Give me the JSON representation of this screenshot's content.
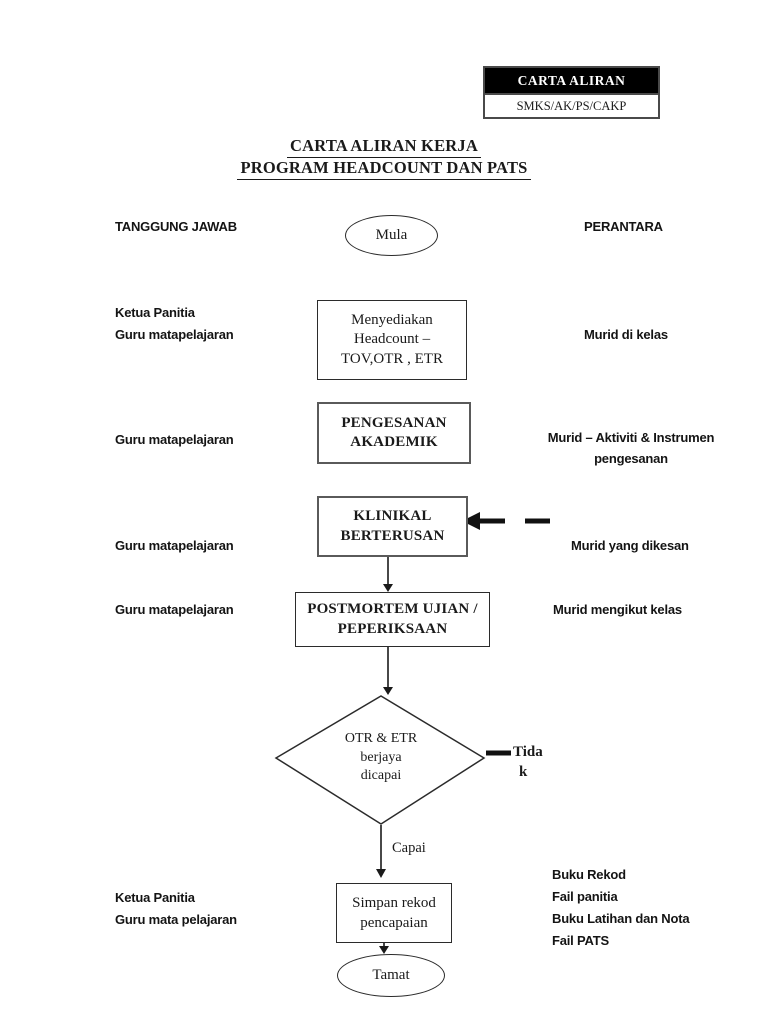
{
  "document": {
    "code_box": {
      "title": "CARTA ALIRAN",
      "code": "SMKS/AK/PS/CAKP"
    },
    "title_line1": "CARTA ALIRAN KERJA",
    "title_line2": "PROGRAM HEADCOUNT DAN PATS",
    "left_column_header": "TANGGUNG JAWAB",
    "right_column_header": "PERANTARA"
  },
  "flowchart": {
    "start_label": "Mula",
    "process1": {
      "line1": "Menyediakan",
      "line2": "Headcount –",
      "line3": "TOV,OTR , ETR"
    },
    "process2": {
      "line1": "PENGESANAN",
      "line2": "AKADEMIK"
    },
    "process3": {
      "line1": "KLINIKAL",
      "line2": "BERTERUSAN"
    },
    "process4": {
      "line1": "POSTMORTEM UJIAN /",
      "line2": "PEPERIKSAAN"
    },
    "decision": {
      "line1": "OTR & ETR",
      "line2": "berjaya",
      "line3": "dicapai"
    },
    "decision_no_line1": "Tida",
    "decision_no_line2": "k",
    "decision_yes_label": "Capai",
    "process5": {
      "line1": "Simpan rekod",
      "line2": "pencapaian"
    },
    "end_label": "Tamat"
  },
  "responsibilities": {
    "row1": {
      "line1": "Ketua Panitia",
      "line2": "Guru matapelajaran"
    },
    "row2": {
      "line1": "Guru matapelajaran"
    },
    "row3": {
      "line1": "Guru matapelajaran"
    },
    "row4": {
      "line1": "Guru matapelajaran"
    },
    "row5": {
      "line1": "Ketua Panitia",
      "line2": "Guru mata pelajaran"
    }
  },
  "intermediaries": {
    "row1": {
      "line1": "Murid di kelas"
    },
    "row2": {
      "line1": "Murid – Aktiviti & Instrumen",
      "line2": "pengesanan"
    },
    "row3": {
      "line1": "Murid yang dikesan"
    },
    "row4": {
      "line1": "Murid mengikut kelas"
    },
    "row5": {
      "line1": "Buku Rekod",
      "line2": "Fail panitia",
      "line3": "Buku Latihan dan Nota",
      "line4": "Fail PATS"
    }
  },
  "colors": {
    "ink": "#1a1a1a",
    "code_box_bg": "#000000",
    "code_box_text": "#ffffff"
  }
}
